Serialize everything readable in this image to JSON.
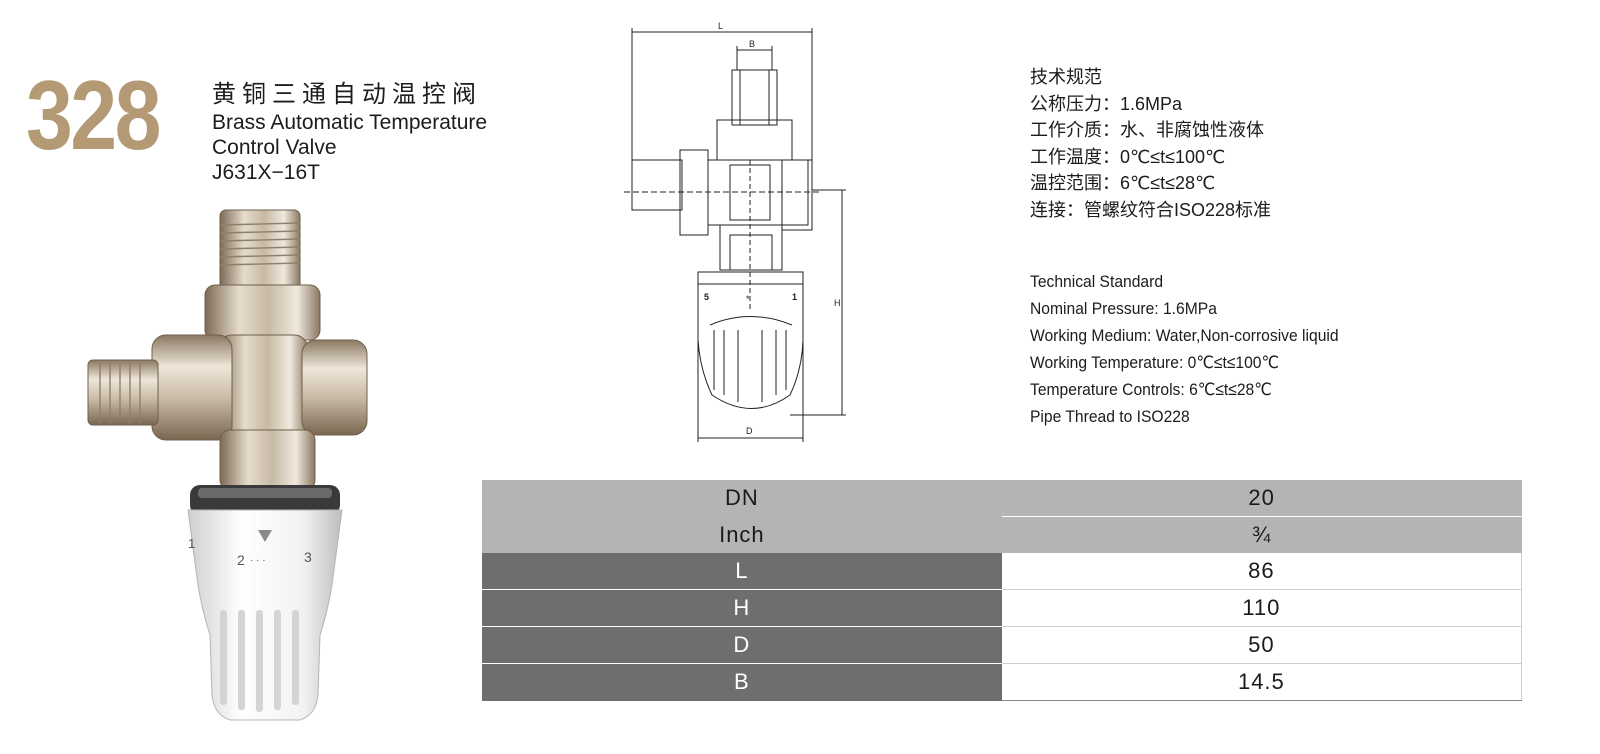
{
  "product": {
    "number": "328",
    "name_cn": "黄铜三通自动温控阀",
    "name_en_line1": "Brass Automatic Temperature",
    "name_en_line2": "Control Valve",
    "model": "J631X−16T"
  },
  "drawing": {
    "dim_L": "L",
    "dim_B": "B",
    "dim_H": "H",
    "dim_D": "D",
    "scale_low": "5",
    "scale_mid": "*",
    "scale_high": "1"
  },
  "knob": {
    "scale_1": "1",
    "scale_2": "2",
    "scale_3": "3",
    "dots": "· · ·"
  },
  "spec_cn": [
    "技术规范",
    "公称压力：1.6MPa",
    "工作介质：水、非腐蚀性液体",
    "工作温度：0℃≤t≤100℃",
    "温控范围：6℃≤t≤28℃",
    "连接：管螺纹符合ISO228标准"
  ],
  "spec_en": [
    "Technical Standard",
    "Nominal Pressure: 1.6MPa",
    "Working Medium: Water,Non-corrosive liquid",
    "Working Temperature: 0℃≤t≤100℃",
    "Temperature Controls: 6℃≤t≤28℃",
    "Pipe Thread to ISO228"
  ],
  "table": {
    "rows": [
      {
        "key": "DN",
        "value": "20"
      },
      {
        "key": "Inch",
        "value": "¾"
      },
      {
        "key": "L",
        "value": "86"
      },
      {
        "key": "H",
        "value": "110"
      },
      {
        "key": "D",
        "value": "50"
      },
      {
        "key": "B",
        "value": "14.5"
      }
    ]
  },
  "colors": {
    "accent": "#b49a74",
    "table_header": "#b4b4b4",
    "table_key": "#6e6e6e"
  }
}
